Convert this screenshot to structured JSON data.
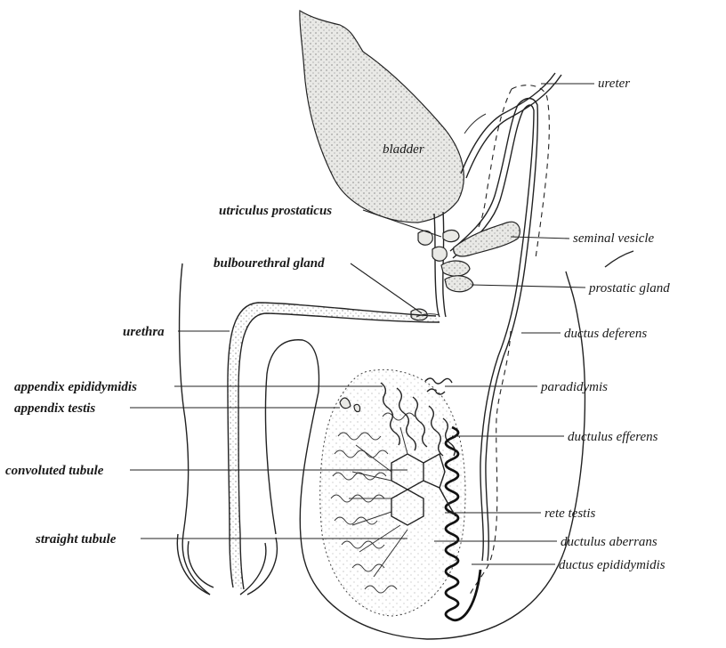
{
  "labels": {
    "ureter": "ureter",
    "bladder": "bladder",
    "utriculus_prostaticus": "utriculus prostaticus",
    "seminal_vesicle": "seminal vesicle",
    "bulbourethral_gland": "bulbourethral gland",
    "prostatic_gland": "prostatic gland",
    "urethra": "urethra",
    "ductus_deferens": "ductus deferens",
    "appendix_epididymidis": "appendix epididymidis",
    "paradidymis": "paradidymis",
    "appendix_testis": "appendix testis",
    "ductulus_efferens": "ductulus efferens",
    "convoluted_tubule": "convoluted tubule",
    "rete_testis": "rete testis",
    "straight_tubule": "straight tubule",
    "ductulus_aberrans": "ductulus aberrans",
    "ductus_epididymidis": "ductus epididymidis"
  }
}
